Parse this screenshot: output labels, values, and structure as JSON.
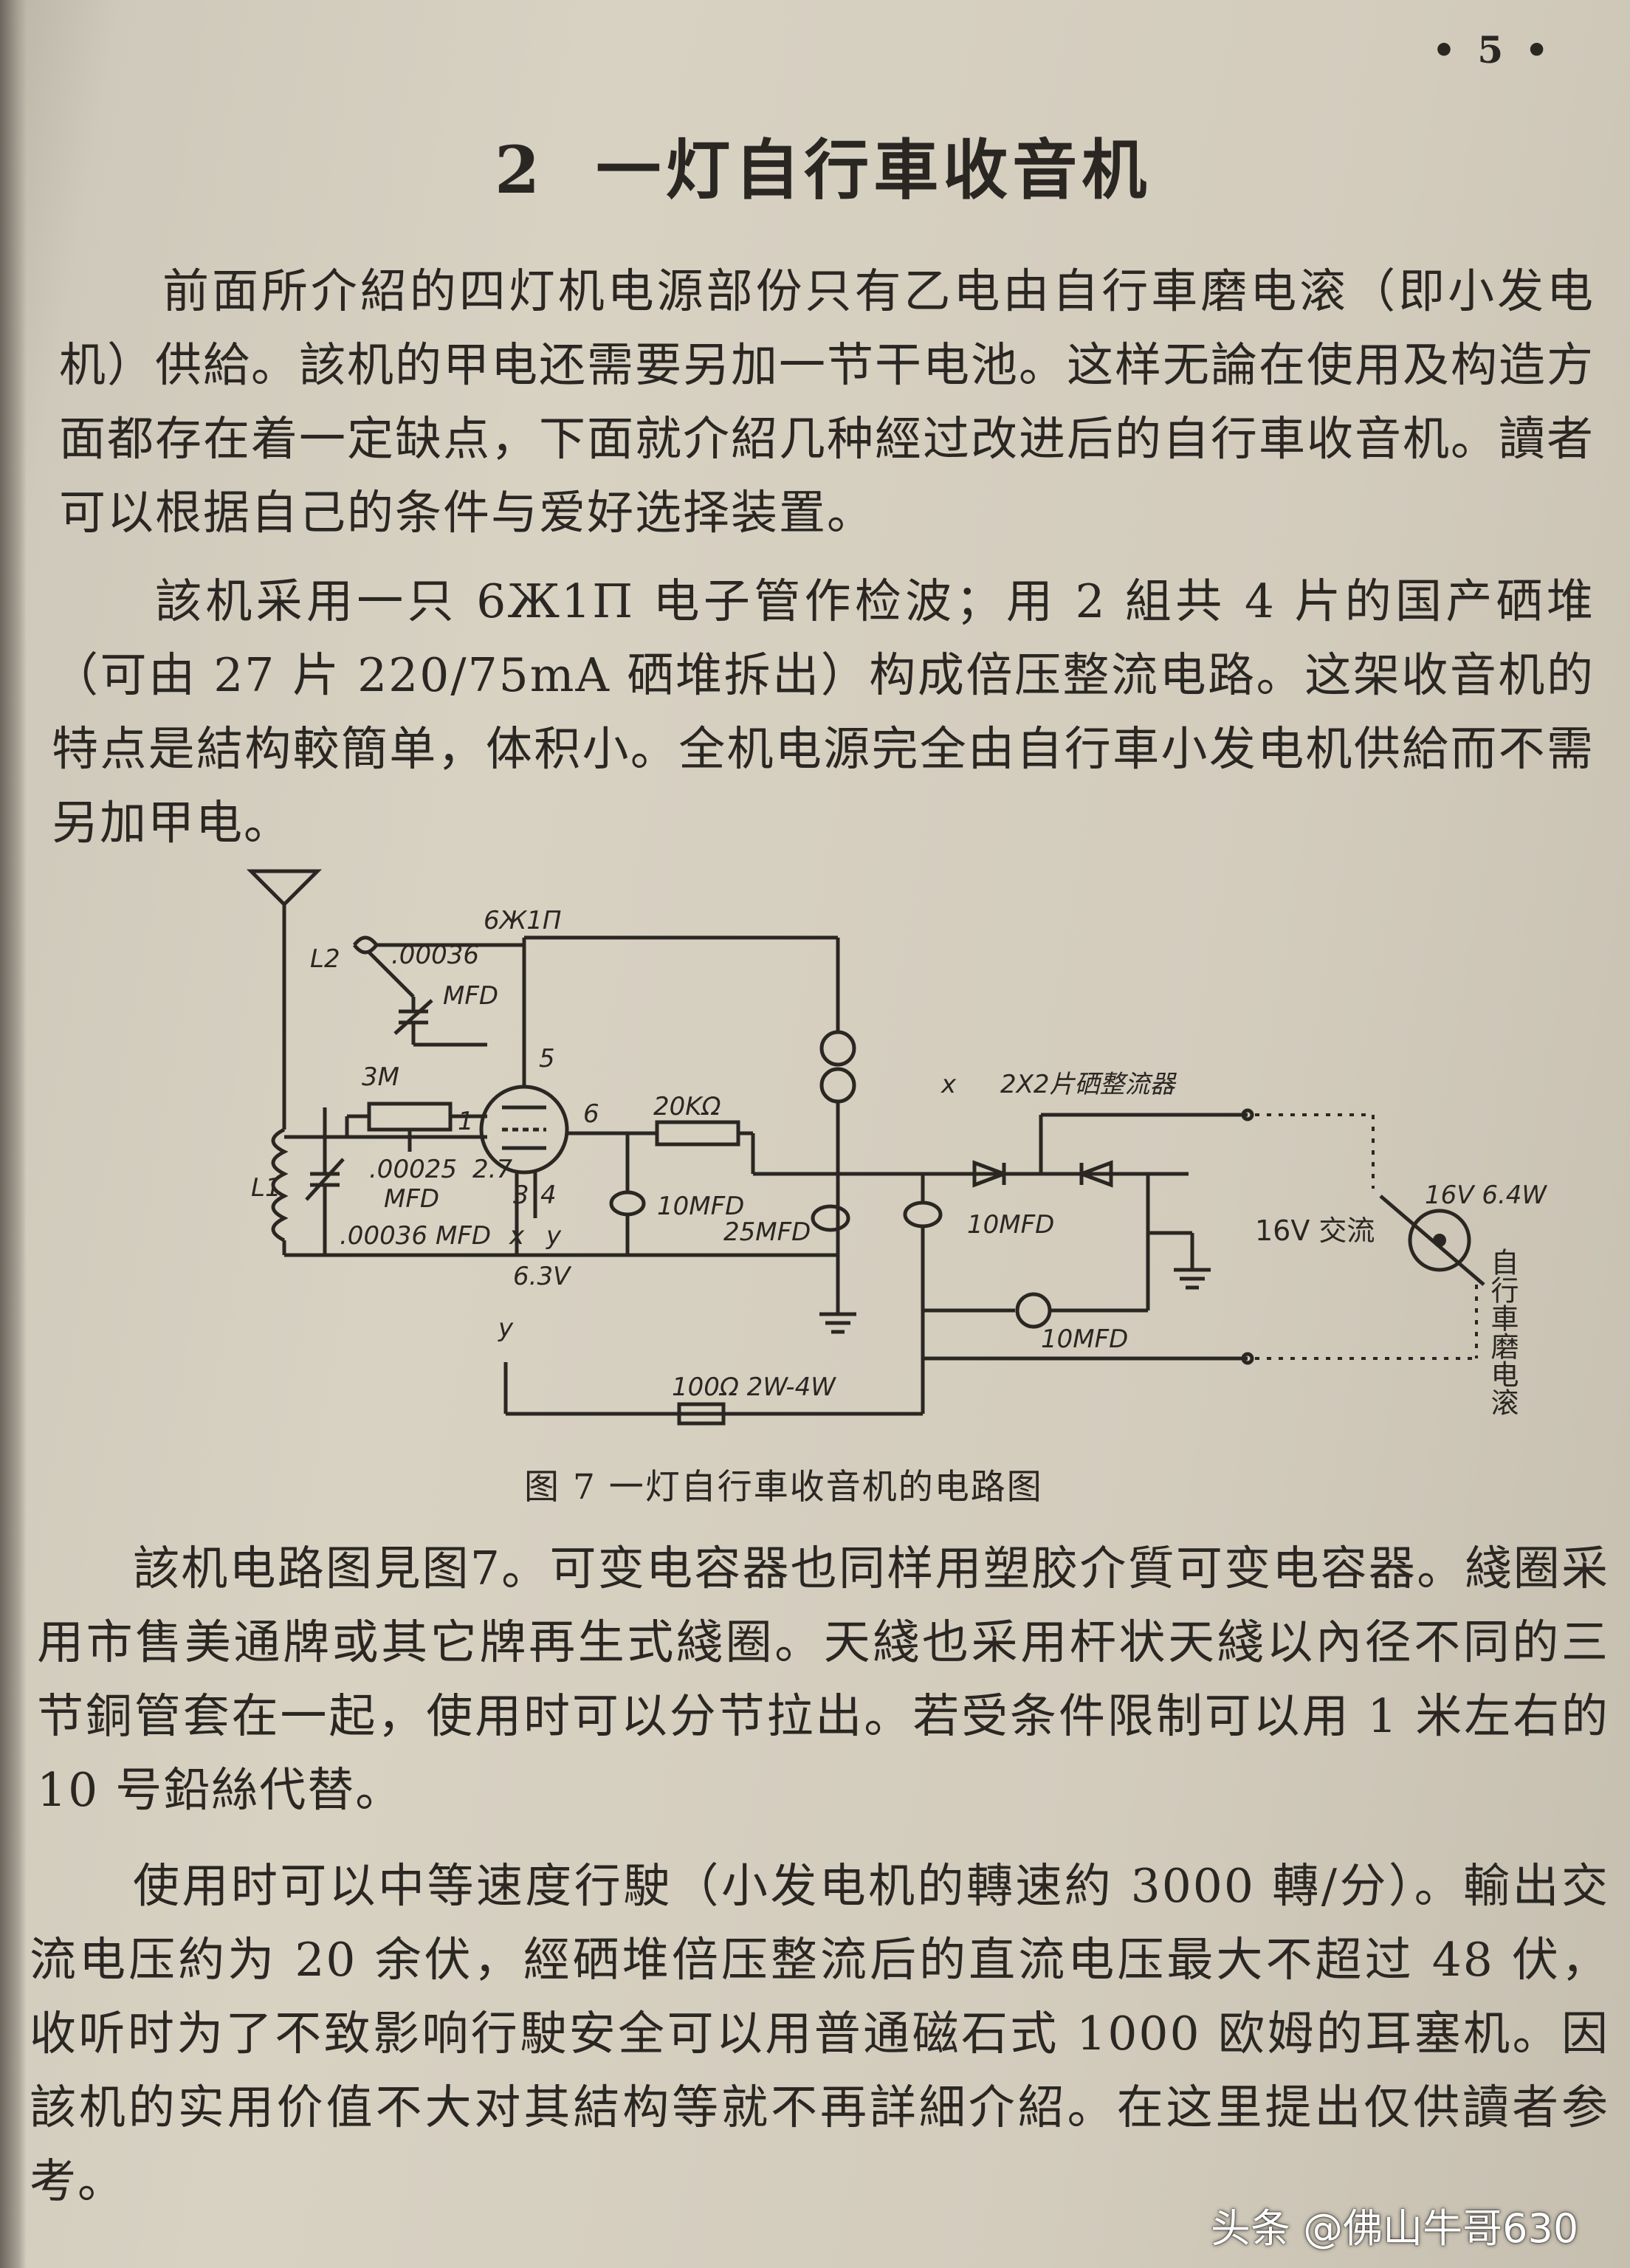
{
  "page_number": "• 5 •",
  "title": {
    "number": "2",
    "text": "一灯自行車收音机"
  },
  "paragraphs": [
    "前面所介紹的四灯机电源部份只有乙电由自行車磨电滚（即小发电机）供給。該机的甲电还需要另加一节干电池。这样无論在使用及构造方面都存在着一定缺点，下面就介紹几种經过改进后的自行車收音机。讀者可以根据自己的条件与爱好选择装置。",
    "該机采用一只 6Ж1П 电子管作检波；用 2 組共 4 片的国产硒堆（可由 27 片 220/75mA 硒堆拆出）构成倍压整流电路。这架收音机的特点是結构較簡单，体积小。全机电源完全由自行車小发电机供給而不需另加甲电。",
    "該机电路图見图7。可变电容器也同样用塑胶介質可变电容器。綫圈采用市售美通牌或其它牌再生式綫圈。天綫也采用杆状天綫以內径不同的三节銅管套在一起，使用时可以分节拉出。若受条件限制可以用 1 米左右的 10 号鉛絲代替。",
    "使用时可以中等速度行駛（小发电机的轉速約 3000 轉/分）。輸出交流电压約为 20 余伏，經硒堆倍压整流后的直流电压最大不超过 48 伏，收听时为了不致影响行駛安全可以用普通磁石式 1000 欧姆的耳塞机。因該机的实用价值不大对其結构等就不再詳細介紹。在这里提出仅供讀者参考。"
  ],
  "figure": {
    "caption": "图 7  一灯自行車收音机的电路图",
    "labels": {
      "tube": "6Ж1П",
      "l2": "L2",
      "l1": "L1",
      "c_l2": ".00036",
      "c_l2_unit": "MFD",
      "r_grid": "3M",
      "pin1": "1",
      "pin5": "5",
      "pin6": "6",
      "pin27": "2.7",
      "pin3": "3",
      "pin4": "4",
      "c_grid": ".00025",
      "c_grid_unit": "MFD",
      "c_tune": ".00036",
      "c_tune_unit": "MFD",
      "r_plate": "20KΩ",
      "c_10a": "10MFD",
      "c_25": "25MFD",
      "c_10b": "10MFD",
      "c_10c": "10MFD",
      "heater_x": "x",
      "heater_y": "y",
      "heater_v": "6.3V",
      "rect_x": "x",
      "rectifier": "2X2片硒整流器",
      "ac_label": "16V 交流",
      "gen_rating": "16V 6.4W",
      "gen_name": "自行車磨电滚",
      "y_term": "y",
      "r_drop": "100Ω 2W-4W"
    }
  },
  "watermark": "头条 @佛山牛哥630"
}
